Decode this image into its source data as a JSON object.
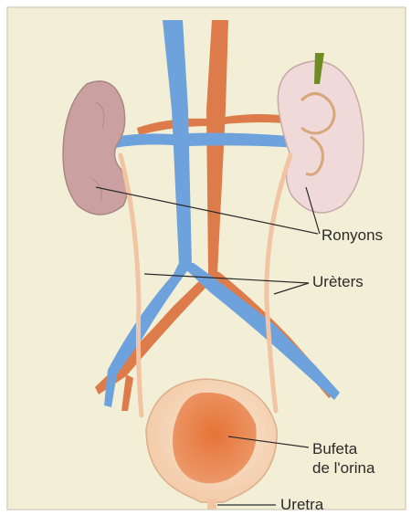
{
  "labels": {
    "kidneys": "Ronyons",
    "ureters": "Urèters",
    "bladder_line1": "Bufeta",
    "bladder_line2": "de l'orina",
    "urethra": "Uretra"
  },
  "colors": {
    "background": "#f3efd7",
    "frame": "#d8d3bf",
    "vein": "#6ea2dc",
    "artery": "#dd7c4a",
    "kidney": "#caa1a0",
    "kidney_section": "#efd9d9",
    "ureter": "#f1c4a4",
    "bladder_outer": "#f6d6b9",
    "bladder_inner": "#e8824f",
    "leader_line": "#2a2a2a"
  }
}
